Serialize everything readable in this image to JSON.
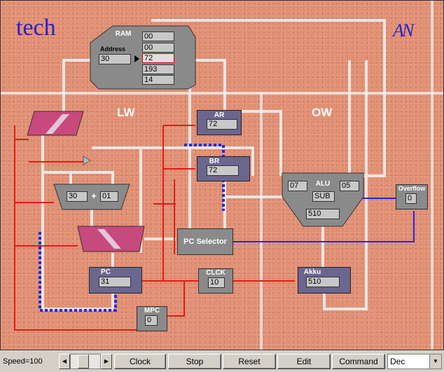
{
  "app": {
    "title": "tech",
    "logo": "AN"
  },
  "regions": {
    "left": "LW",
    "right": "OW"
  },
  "ram": {
    "label": "RAM",
    "address_label": "Address",
    "address_value": "30",
    "cells": [
      "00",
      "00",
      "72",
      "193",
      "14"
    ],
    "selected_index": 2
  },
  "ar": {
    "label": "AR",
    "value": "72"
  },
  "br": {
    "label": "BR",
    "value": "72"
  },
  "alu": {
    "label": "ALU",
    "left": "07",
    "right": "05",
    "op": "SUB",
    "result": "510"
  },
  "overflow": {
    "label": "Overflow",
    "value": "0"
  },
  "adder": {
    "left": "30",
    "op": "+",
    "right": "01"
  },
  "pc_selector": {
    "label": "PC Selector"
  },
  "pc": {
    "label": "PC",
    "value": "31"
  },
  "clck": {
    "label": "CLCK",
    "value": "10"
  },
  "akku": {
    "label": "Akku",
    "value": "510"
  },
  "mpc": {
    "label": "MPC",
    "value": "0"
  },
  "toolbar": {
    "speed_label": "Speed=100",
    "clock": "Clock",
    "stop": "Stop",
    "reset": "Reset",
    "edit": "Edit",
    "command": "Command",
    "mode_select": "Dec"
  },
  "colors": {
    "background": "#e08e72",
    "wire_red": "#e81a12",
    "wire_blue": "#1a2ae8",
    "register": "#6b668e",
    "mux": "#c8497e",
    "title": "#2a1fc8"
  }
}
